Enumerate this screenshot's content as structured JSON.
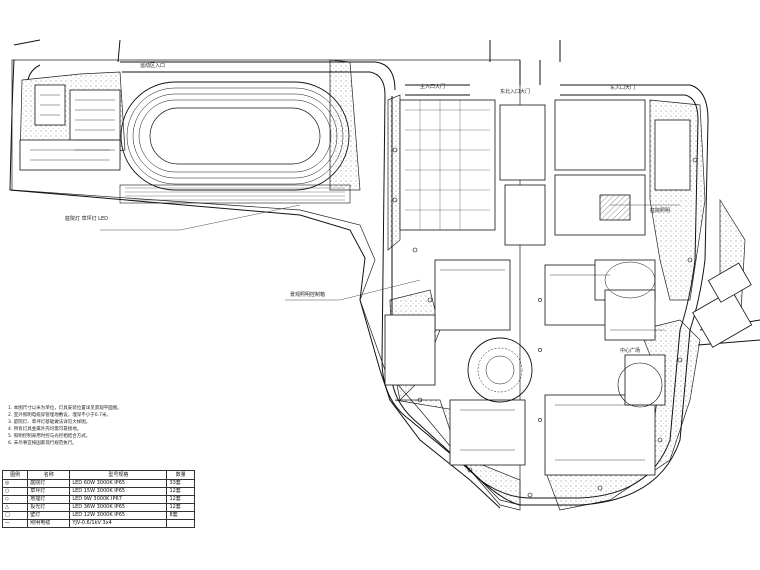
{
  "drawing": {
    "labels": {
      "north_entrance": "东北入口大门",
      "upper_gate_left": "运动区入口",
      "upper_gate_mid": "主入口大门",
      "upper_gate_right": "东入口大门",
      "callout_a": "庭院灯 草坪灯 LED",
      "callout_b": "景观照明控制箱",
      "callout_c": "庭院照明",
      "callout_d": "中心广场"
    },
    "notes": [
      "1. 本图尺寸以米为单位，灯具安装位置详见景观平面图。",
      "2. 室外照明电缆穿管埋地敷设，埋深不小于0.7米。",
      "3. 庭院灯、草坪灯基础做法详见大样图。",
      "4. 所有灯具金属外壳均需可靠接地。",
      "5. 照明控制采用时控与光控相结合方式。",
      "6. 未尽事宜按国家现行规范执行。"
    ],
    "legend": {
      "headers": [
        "图例",
        "名称",
        "型号规格",
        "数量"
      ],
      "rows": [
        [
          "◎",
          "庭院灯",
          "LED 60W 3000K IP65",
          "33套"
        ],
        [
          "○",
          "草坪灯",
          "LED 15W 3000K IP65",
          "12套"
        ],
        [
          "◇",
          "地埋灯",
          "LED 9W 3000K IP67",
          "12套"
        ],
        [
          "△",
          "投光灯",
          "LED 36W 3000K IP65",
          "12套"
        ],
        [
          "□",
          "壁灯",
          "LED 12W 3000K IP65",
          "8套"
        ],
        [
          "—",
          "照明电缆",
          "YJV-0.6/1kV 3x4",
          ""
        ]
      ]
    }
  }
}
